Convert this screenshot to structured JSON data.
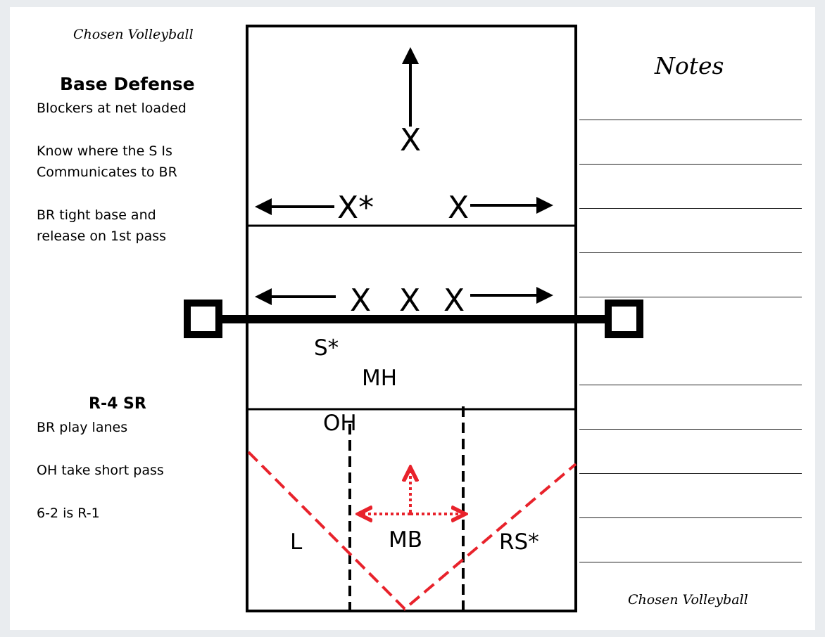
{
  "brand": {
    "top_left": "Chosen Volleyball",
    "bottom_right": "Chosen Volleyball"
  },
  "notes_title": "Notes",
  "base_defense": {
    "title": "Base Defense",
    "lines": [
      "Blockers at net loaded",
      "Know where the S Is",
      "Communicates to BR",
      "BR tight base and",
      "release on 1st pass"
    ]
  },
  "serve_receive": {
    "title": "R-4 SR",
    "lines": [
      "BR play lanes",
      "OH take short pass",
      "6-2 is R-1"
    ]
  },
  "court_labels": {
    "defense_back": "X",
    "defense_left": "X*",
    "defense_right": "X",
    "block_1": "X",
    "block_2": "X",
    "block_3": "X",
    "setter": "S*",
    "middle_hitter": "MH",
    "outside_hitter": "OH",
    "libero": "L",
    "middle_back": "MB",
    "right_side": "RS*"
  },
  "colors": {
    "lines": "#000000",
    "lanes": "#e8222b"
  }
}
